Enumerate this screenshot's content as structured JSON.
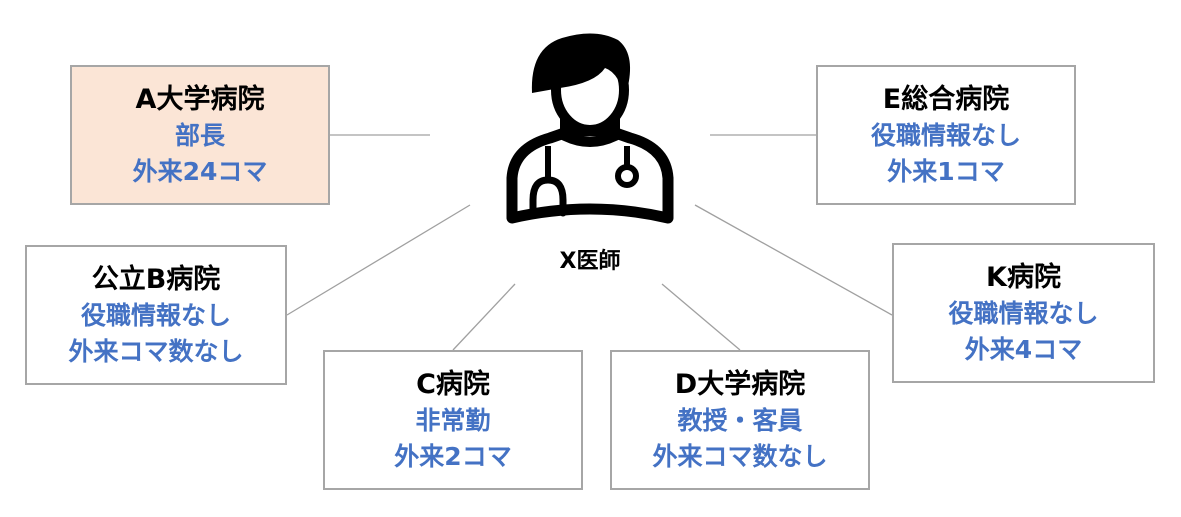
{
  "colors": {
    "accent": "#4472c4",
    "highlight_fill": "#fbe5d6",
    "border": "#a6a6a6"
  },
  "center": {
    "label": "X医師",
    "icon": "doctor-icon"
  },
  "hospitals": [
    {
      "name": "A大学病院",
      "role": "部長",
      "clinic": "外来24コマ"
    },
    {
      "name": "E総合病院",
      "role": "役職情報なし",
      "clinic": "外来1コマ"
    },
    {
      "name": "公立B病院",
      "role": "役職情報なし",
      "clinic": "外来コマ数なし"
    },
    {
      "name": "K病院",
      "role": "役職情報なし",
      "clinic": "外来4コマ"
    },
    {
      "name": "C病院",
      "role": "非常勤",
      "clinic": "外来2コマ"
    },
    {
      "name": "D大学病院",
      "role": "教授・客員",
      "clinic": "外来コマ数なし"
    }
  ]
}
